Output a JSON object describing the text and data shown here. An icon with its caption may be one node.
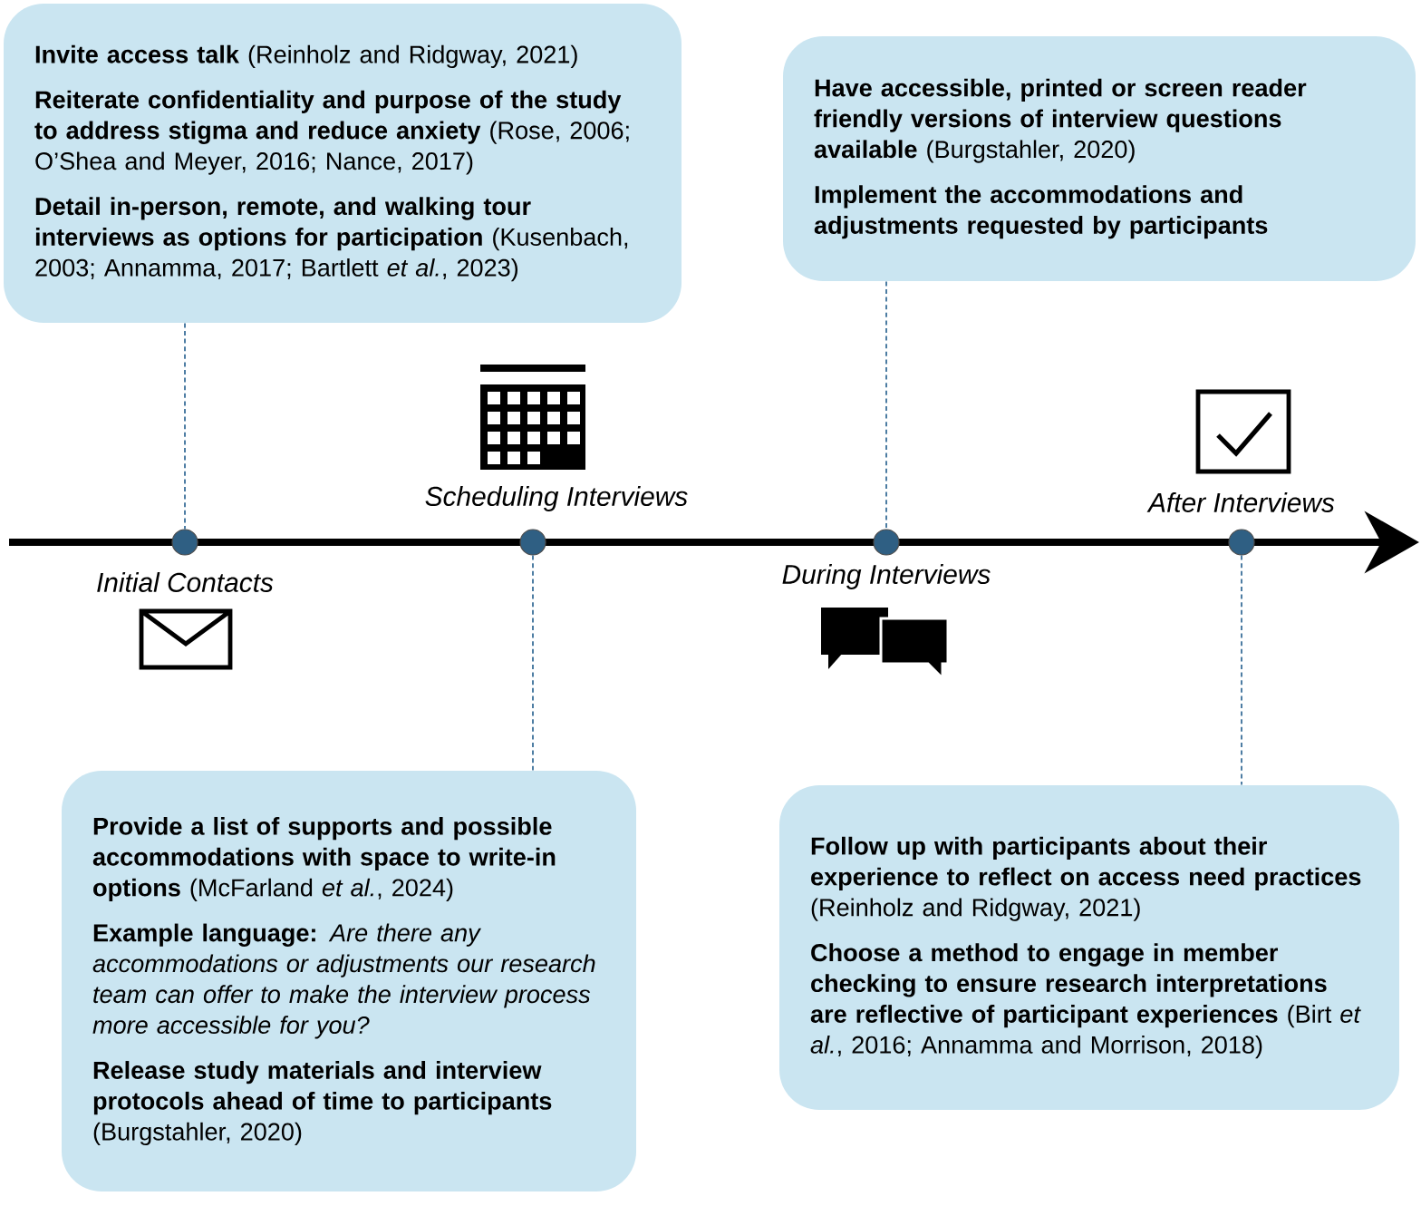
{
  "diagram": {
    "nodes": [
      {
        "text": [
          "**Invite access talk** (Reinholz and Ridgway, 2021)",
          "**Reiterate confidentiality and purpose of the study to address stigma and reduce anxiety** (Rose, 2006; O’Shea and Meyer, 2016; Nance, 2017)",
          "**Detail in-person, remote, and walking tour interviews as options for participation** (Kusenbach, 2003; Annamma, 2017; Bartlett *et al.*, 2023)"
        ]
      },
      {
        "text": [
          "**Have accessible, printed or screen reader friendly versions of interview questions available** (Burgstahler, 2020)",
          "**Implement the accommodations and adjustments requested by participants**"
        ]
      },
      {
        "text": [],
        "shape": "circle",
        "beside": [
          "Initial Contacts"
        ]
      },
      {
        "text": [],
        "shape": "circle",
        "beside": [
          "Scheduling Interviews"
        ]
      },
      {
        "text": [],
        "shape": "circle",
        "beside": [
          "During Interviews"
        ]
      },
      {
        "text": [],
        "shape": "circle",
        "beside": [
          "After Interviews"
        ]
      },
      {
        "text": [
          "**Provide a list of supports and possible accommodations with space to write-in options** (McFarland *et al.*, 2024)",
          "**Example language:** *Are there any accommodations or adjustments our research team can offer to make the interview process more accessible for you?*",
          "**Release study materials and interview protocols ahead of time to participants** (Burgstahler, 2020)"
        ]
      },
      {
        "text": [
          "**Follow up with participants about their experience to reflect on access need practices** (Reinholz and Ridgway, 2021)",
          "**Choose a method to engage in member checking to ensure research interpretations are reflective of participant experiences** (Birt *et al.*, 2016; Annamma and Morrison, 2018)"
        ]
      }
    ],
    "edges": [
      {
        "from": 0,
        "to": 2,
        "arrow": "none",
        "style": "dashed"
      },
      {
        "from": 1,
        "to": 4,
        "arrow": "none",
        "style": "dashed"
      },
      {
        "from": 3,
        "to": 6,
        "arrow": "none",
        "style": "dashed"
      },
      {
        "from": 5,
        "to": 7,
        "arrow": "none",
        "style": "dashed"
      }
    ]
  }
}
